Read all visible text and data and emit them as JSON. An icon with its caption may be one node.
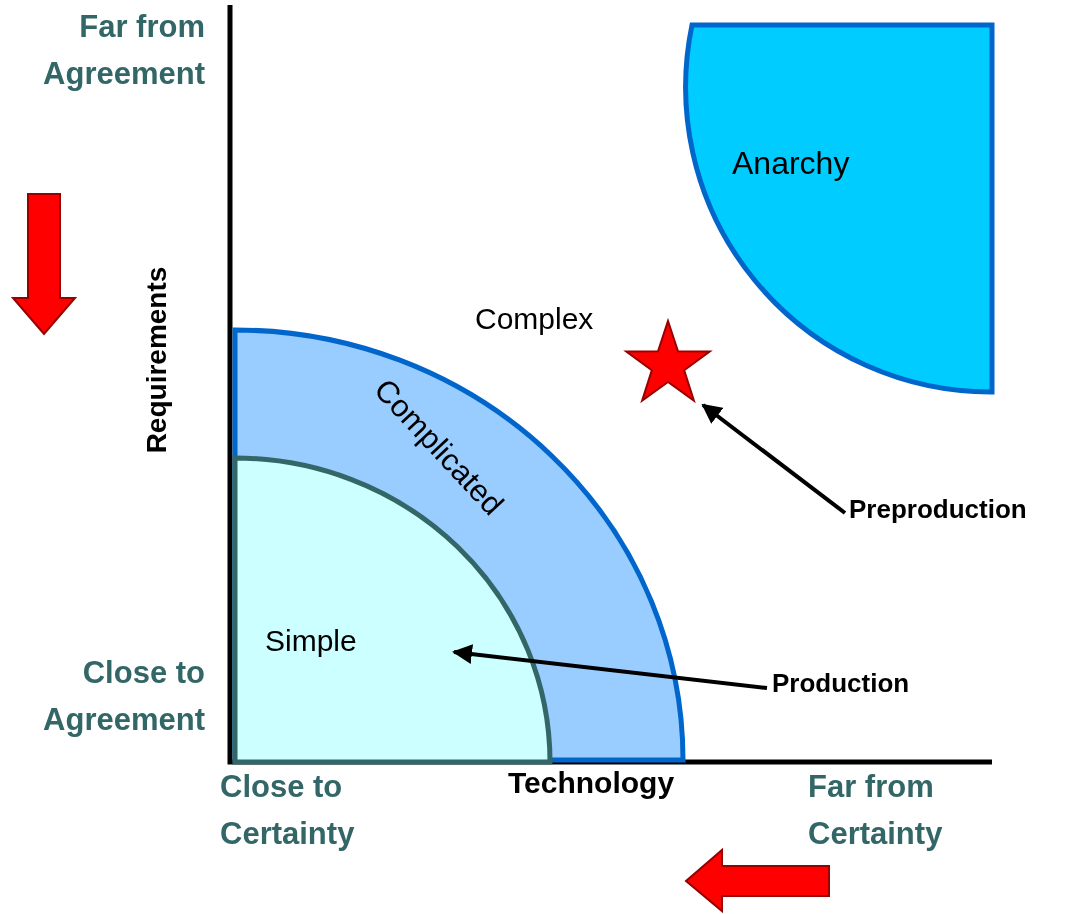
{
  "diagram": {
    "nodes": [
      {
        "text": [
          "Anarchy"
        ]
      },
      {
        "text": [],
        "shape": "star"
      },
      {
        "text": [
          "Complicated"
        ]
      },
      {
        "text": [
          "Preproduction"
        ]
      },
      {
        "text": [
          "Simple"
        ],
        "in": 2
      },
      {
        "text": [
          "Production"
        ]
      }
    ],
    "edges": [
      {
        "from": 3,
        "to": 1,
        "arrow": "to"
      },
      {
        "from": 5,
        "to": 4,
        "arrow": "to"
      }
    ],
    "labels": [
      "Far from Agreement",
      "Requirements",
      "Complex",
      "Close to Agreement",
      "Close to Certainty",
      "Technology",
      "Far from Certainty"
    ]
  }
}
